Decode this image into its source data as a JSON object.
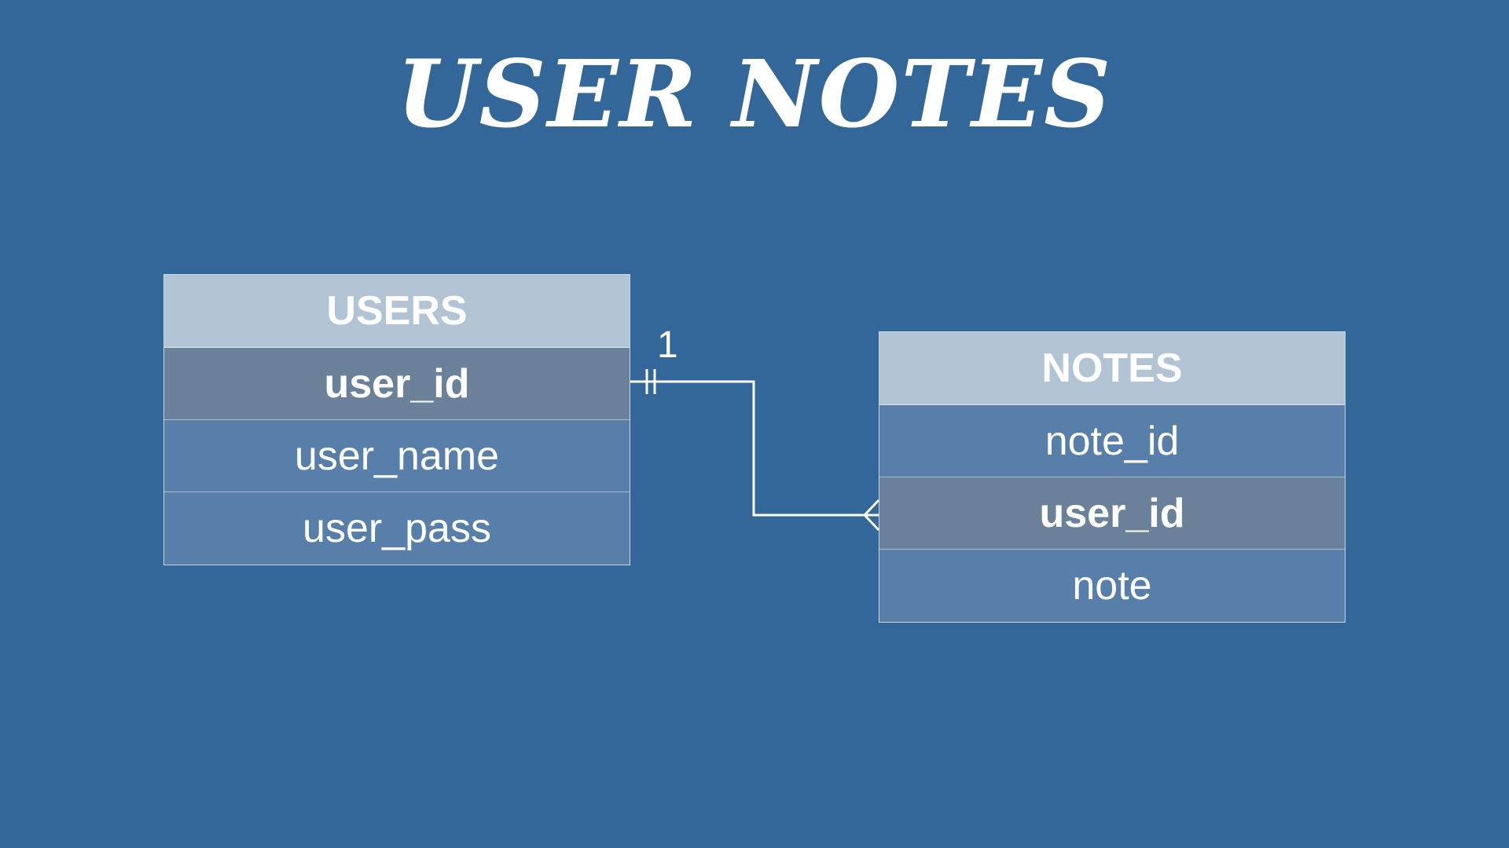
{
  "title": "USER NOTES",
  "entities": {
    "users": {
      "name": "USERS",
      "fields": [
        "user_id",
        "user_name",
        "user_pass"
      ]
    },
    "notes": {
      "name": "NOTES",
      "fields": [
        "note_id",
        "user_id",
        "note"
      ]
    }
  },
  "relationship": {
    "from": "USERS.user_id",
    "to": "NOTES.user_id",
    "from_cardinality": "1",
    "to_cardinality": "many"
  },
  "colors": {
    "background": "#336699",
    "header": "#b2c3d4",
    "field": "#587fa9",
    "key_field": "#6a8199",
    "text": "#ffffff"
  }
}
